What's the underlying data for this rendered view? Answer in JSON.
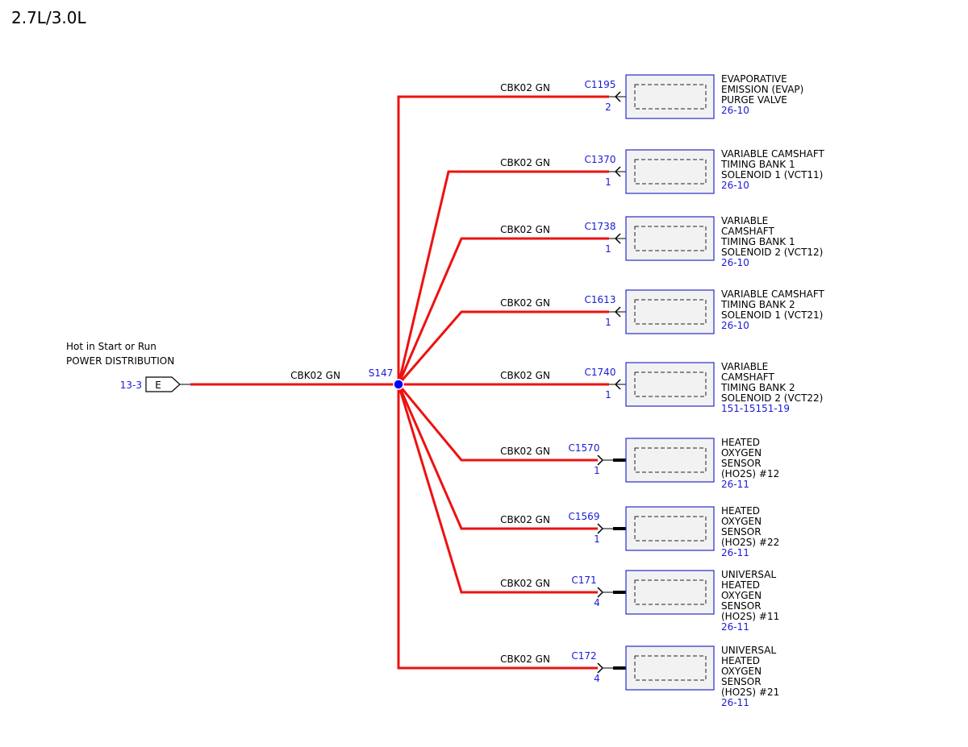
{
  "title": "2.7L/3.0L",
  "source": {
    "label_line1": "Hot in Start or Run",
    "label_line2": "POWER DISTRIBUTION",
    "page_ref": "13-3",
    "pin": "E"
  },
  "splice": {
    "name": "S147",
    "color": "#0000ff"
  },
  "wire": {
    "color": "#ee1111",
    "main_label": "CBK02  GN"
  },
  "branches": [
    {
      "wire_label": "CBK02  GN",
      "connector": "C1195",
      "pin": "2",
      "terminal": "single",
      "component_lines": [
        "EVAPORATIVE",
        "EMISSION (EVAP)",
        "PURGE VALVE"
      ],
      "page_ref": "26-10"
    },
    {
      "wire_label": "CBK02  GN",
      "connector": "C1370",
      "pin": "1",
      "terminal": "single",
      "component_lines": [
        "VARIABLE CAMSHAFT",
        "TIMING BANK 1",
        "SOLENOID 1 (VCT11)"
      ],
      "page_ref": "26-10"
    },
    {
      "wire_label": "CBK02  GN",
      "connector": "C1738",
      "pin": "1",
      "terminal": "single",
      "component_lines": [
        "VARIABLE",
        "CAMSHAFT",
        "TIMING BANK 1",
        "SOLENOID 2 (VCT12)"
      ],
      "page_ref": "26-10"
    },
    {
      "wire_label": "CBK02  GN",
      "connector": "C1613",
      "pin": "1",
      "terminal": "single",
      "component_lines": [
        "VARIABLE CAMSHAFT",
        "TIMING BANK 2",
        "SOLENOID 1 (VCT21)"
      ],
      "page_ref": "26-10"
    },
    {
      "wire_label": "CBK02  GN",
      "connector": "C1740",
      "pin": "1",
      "terminal": "single",
      "component_lines": [
        "VARIABLE",
        "CAMSHAFT",
        "TIMING BANK 2",
        "SOLENOID 2 (VCT22)"
      ],
      "page_ref": "151-15151-19"
    },
    {
      "wire_label": "CBK02  GN",
      "connector": "C1570",
      "pin": "1",
      "terminal": "double",
      "component_lines": [
        "HEATED",
        "OXYGEN",
        "SENSOR",
        "(HO2S) #12"
      ],
      "page_ref": "26-11"
    },
    {
      "wire_label": "CBK02  GN",
      "connector": "C1569",
      "pin": "1",
      "terminal": "double",
      "component_lines": [
        "HEATED",
        "OXYGEN",
        "SENSOR",
        "(HO2S) #22"
      ],
      "page_ref": "26-11"
    },
    {
      "wire_label": "CBK02  GN",
      "connector": "C171",
      "pin": "4",
      "terminal": "double",
      "component_lines": [
        "UNIVERSAL",
        "HEATED",
        "OXYGEN",
        "SENSOR",
        "(HO2S) #11"
      ],
      "page_ref": "26-11"
    },
    {
      "wire_label": "CBK02  GN",
      "connector": "C172",
      "pin": "4",
      "terminal": "double",
      "component_lines": [
        "UNIVERSAL",
        "HEATED",
        "OXYGEN",
        "SENSOR",
        "(HO2S) #21"
      ],
      "page_ref": "26-11"
    }
  ],
  "colors": {
    "wire": "#ee1111",
    "reference": "#1a1ad6",
    "splice": "#0000ff",
    "box_border": "#2b2bc8",
    "box_fill": "#f2f2f2"
  }
}
